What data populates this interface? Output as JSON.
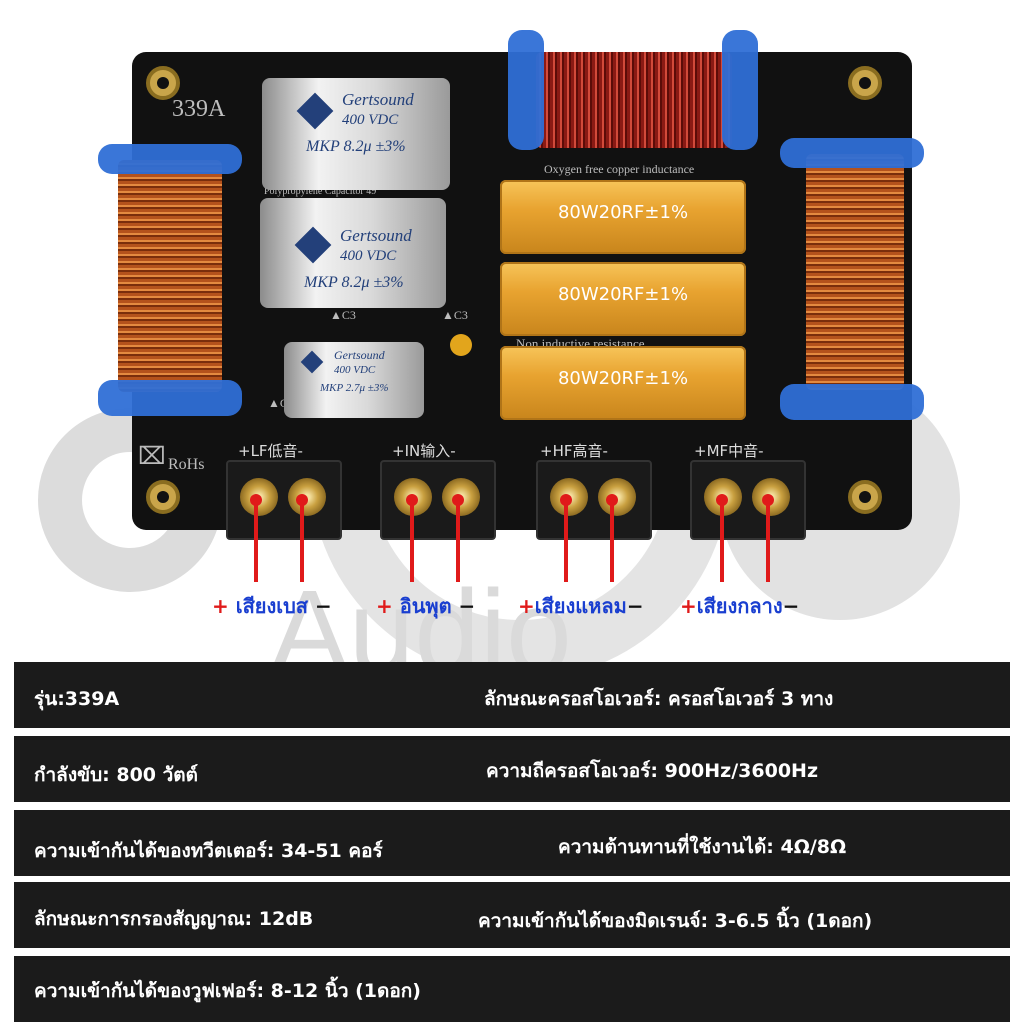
{
  "watermark": {
    "text": "Audio"
  },
  "board": {
    "model": "339A",
    "rohs": "RoHs",
    "inductor_label": "Oxygen free copper inductance",
    "non_inductive": "Non inductive resistance",
    "capacitor_brand": "Gertsound",
    "capacitor_voltage": "400 VDC",
    "capacitor_value_large": "MKP 8.2μ ±3%",
    "capacitor_value_small": "MKP 2.7μ ±3%",
    "capacitor_side_text": "Polypropylene Capacitor 49",
    "c3_marks": [
      "▲C3",
      "▲C3",
      "▲C3"
    ],
    "resistor_label": "80W20RF±1%",
    "terminals": [
      "+LF低音-",
      "+IN输入-",
      "+HF高音-",
      "+MF中音-"
    ]
  },
  "callouts": [
    {
      "plus": "+",
      "text": " เสียงเบส",
      "minus": " −"
    },
    {
      "plus": "+",
      "text": " อินพุต",
      "minus": " −"
    },
    {
      "plus": "+",
      "text": "เสียงแหลม",
      "minus": "−"
    },
    {
      "plus": "+",
      "text": "เสียงกลาง",
      "minus": "−"
    }
  ],
  "specs": [
    {
      "left": "รุ่น:339A",
      "right": "ลักษณะครอสโอเวอร์: ครอสโอเวอร์ 3 ทาง"
    },
    {
      "left": "กำลังขับ: 800 วัตต์",
      "right": "ความถีครอสโอเวอร์: 900Hz/3600Hz"
    },
    {
      "left": "ความเข้ากันได้ของทวีตเตอร์: 34-51 คอร์",
      "right": "ความต้านทานที่ใช้งานได้: 4Ω/8Ω"
    },
    {
      "left": "ลักษณะการกรองสัญญาณ: 12dB",
      "right": "ความเข้ากันได้ของมิดเรนจ์: 3-6.5 นิ้ว (1ดอก)"
    },
    {
      "left": "ความเข้ากันได้ของวูฟเฟอร์: 8-12 นิ้ว (1ดอก)",
      "right": ""
    }
  ]
}
